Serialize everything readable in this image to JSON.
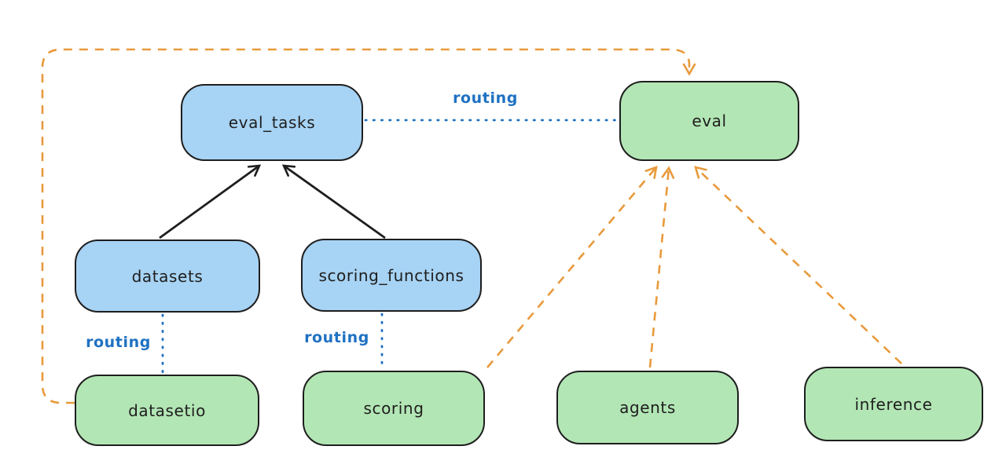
{
  "nodes": {
    "eval_tasks": {
      "label": "eval_tasks",
      "fill": "#a7d3f4"
    },
    "eval": {
      "label": "eval",
      "fill": "#b3e6b5"
    },
    "datasets": {
      "label": "datasets",
      "fill": "#a7d3f4"
    },
    "scoring_functions": {
      "label": "scoring_functions",
      "fill": "#a7d3f4"
    },
    "datasetio": {
      "label": "datasetio",
      "fill": "#b3e6b5"
    },
    "scoring": {
      "label": "scoring",
      "fill": "#b3e6b5"
    },
    "agents": {
      "label": "agents",
      "fill": "#b3e6b5"
    },
    "inference": {
      "label": "inference",
      "fill": "#b3e6b5"
    }
  },
  "edge_labels": {
    "eval_tasks_eval": "routing",
    "datasets_datasetio": "routing",
    "scoring_functions_scoring": "routing"
  },
  "colors": {
    "blue_node_fill": "#a7d3f4",
    "green_node_fill": "#b3e6b5",
    "node_stroke": "#1e1e1e",
    "routing_blue": "#1f71c2",
    "dependency_orange": "#e89a3c",
    "background": "#ffffff"
  }
}
